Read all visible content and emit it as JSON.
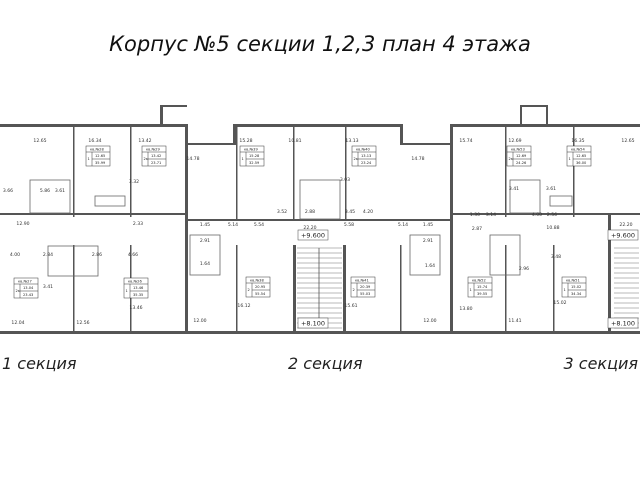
{
  "title": "Корпус №5 секции 1,2,3  план 4 этажа",
  "sections": [
    "1 секция",
    "2 секция",
    "3 секция"
  ],
  "elevations": [
    "+9.600",
    "+8.100",
    "+9.600",
    "+8.100"
  ],
  "apartments": [
    {
      "label": "кв.№28",
      "rooms": "1",
      "living": "12.65",
      "total": "35.99"
    },
    {
      "label": "кв.№29",
      "rooms": "2к",
      "living": "13.42",
      "total": "23.71"
    },
    {
      "label": "кв.№27",
      "rooms": "2к",
      "living": "13.04",
      "total": "23.43"
    },
    {
      "label": "кв.№26",
      "rooms": "1",
      "living": "13.46",
      "total": "35.35"
    },
    {
      "label": "кв.№39",
      "rooms": "1",
      "living": "15.28",
      "total": "32.59"
    },
    {
      "label": "кв.№40",
      "rooms": "2к",
      "living": "13.13",
      "total": "23.24"
    },
    {
      "label": "кв.№38",
      "rooms": "2",
      "living": "20.95",
      "total": "55.54"
    },
    {
      "label": "кв.№41",
      "rooms": "2",
      "living": "20.39",
      "total": "55.03"
    },
    {
      "label": "кв.№53",
      "rooms": "2к",
      "living": "12.69",
      "total": "24.26"
    },
    {
      "label": "кв.№54",
      "rooms": "1",
      "living": "12.65",
      "total": "36.00"
    },
    {
      "label": "кв.№52",
      "rooms": "1",
      "living": "15.74",
      "total": "39.55"
    },
    {
      "label": "кв.№51",
      "rooms": "1",
      "living": "15.02",
      "total": "34.34"
    }
  ],
  "rooms": [
    "12.65",
    "16.34",
    "13.42",
    "3.66",
    "5.86",
    "3.61",
    "12.90",
    "4.00",
    "2.84",
    "2.86",
    "4.66",
    "3.41",
    "13.46",
    "12.04",
    "12.56",
    "3.32",
    "2.33",
    "14.78",
    "15.28",
    "10.81",
    "13.13",
    "14.78",
    "3.52",
    "3.03",
    "2.88",
    "3.45",
    "4.20",
    "1.45",
    "5.14",
    "5.54",
    "22.20",
    "5.58",
    "5.14",
    "1.45",
    "2.91",
    "1.64",
    "16.12",
    "15.61",
    "2.91",
    "1.64",
    "12.00",
    "12.00",
    "15.74",
    "12.69",
    "16.35",
    "12.65",
    "3.61",
    "3.41",
    "1.30",
    "3.14",
    "4.00",
    "2.56",
    "10.88",
    "2.87",
    "3.48",
    "2.96",
    "13.80",
    "11.41",
    "15.02",
    "22.20"
  ]
}
